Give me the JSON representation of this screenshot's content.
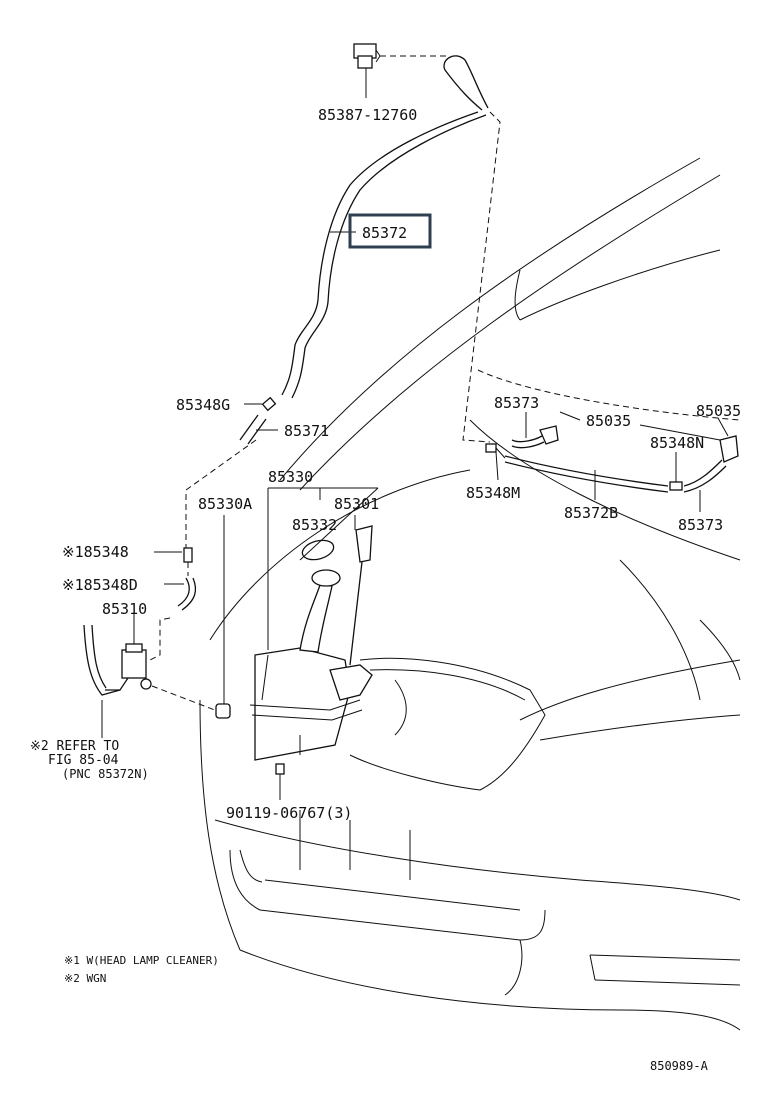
{
  "labels": {
    "p_85387_12760": "85387-12760",
    "p_85372": "85372",
    "p_85348G": "85348G",
    "p_85371": "85371",
    "p_85330": "85330",
    "p_85330A": "85330A",
    "p_85301": "85301",
    "p_85332": "85332",
    "p_85348": "※185348",
    "p_85348D": "※185348D",
    "p_85310": "85310",
    "p_refer1": "※2 REFER TO",
    "p_refer2": "FIG 85-04",
    "p_refer3": "(PNC 85372N)",
    "p_90119": "90119-06767(3)",
    "p_85373_top": "85373",
    "p_85035_a": "85035",
    "p_85035_b": "85035",
    "p_85348N": "85348N",
    "p_85348M": "85348M",
    "p_85372B": "85372B",
    "p_85373_bottom": "85373"
  },
  "notes": {
    "note1": "※1  W(HEAD LAMP CLEANER)",
    "note2": "※2  WGN"
  },
  "figure_id": "850989-A",
  "highlighted_part": "85372"
}
